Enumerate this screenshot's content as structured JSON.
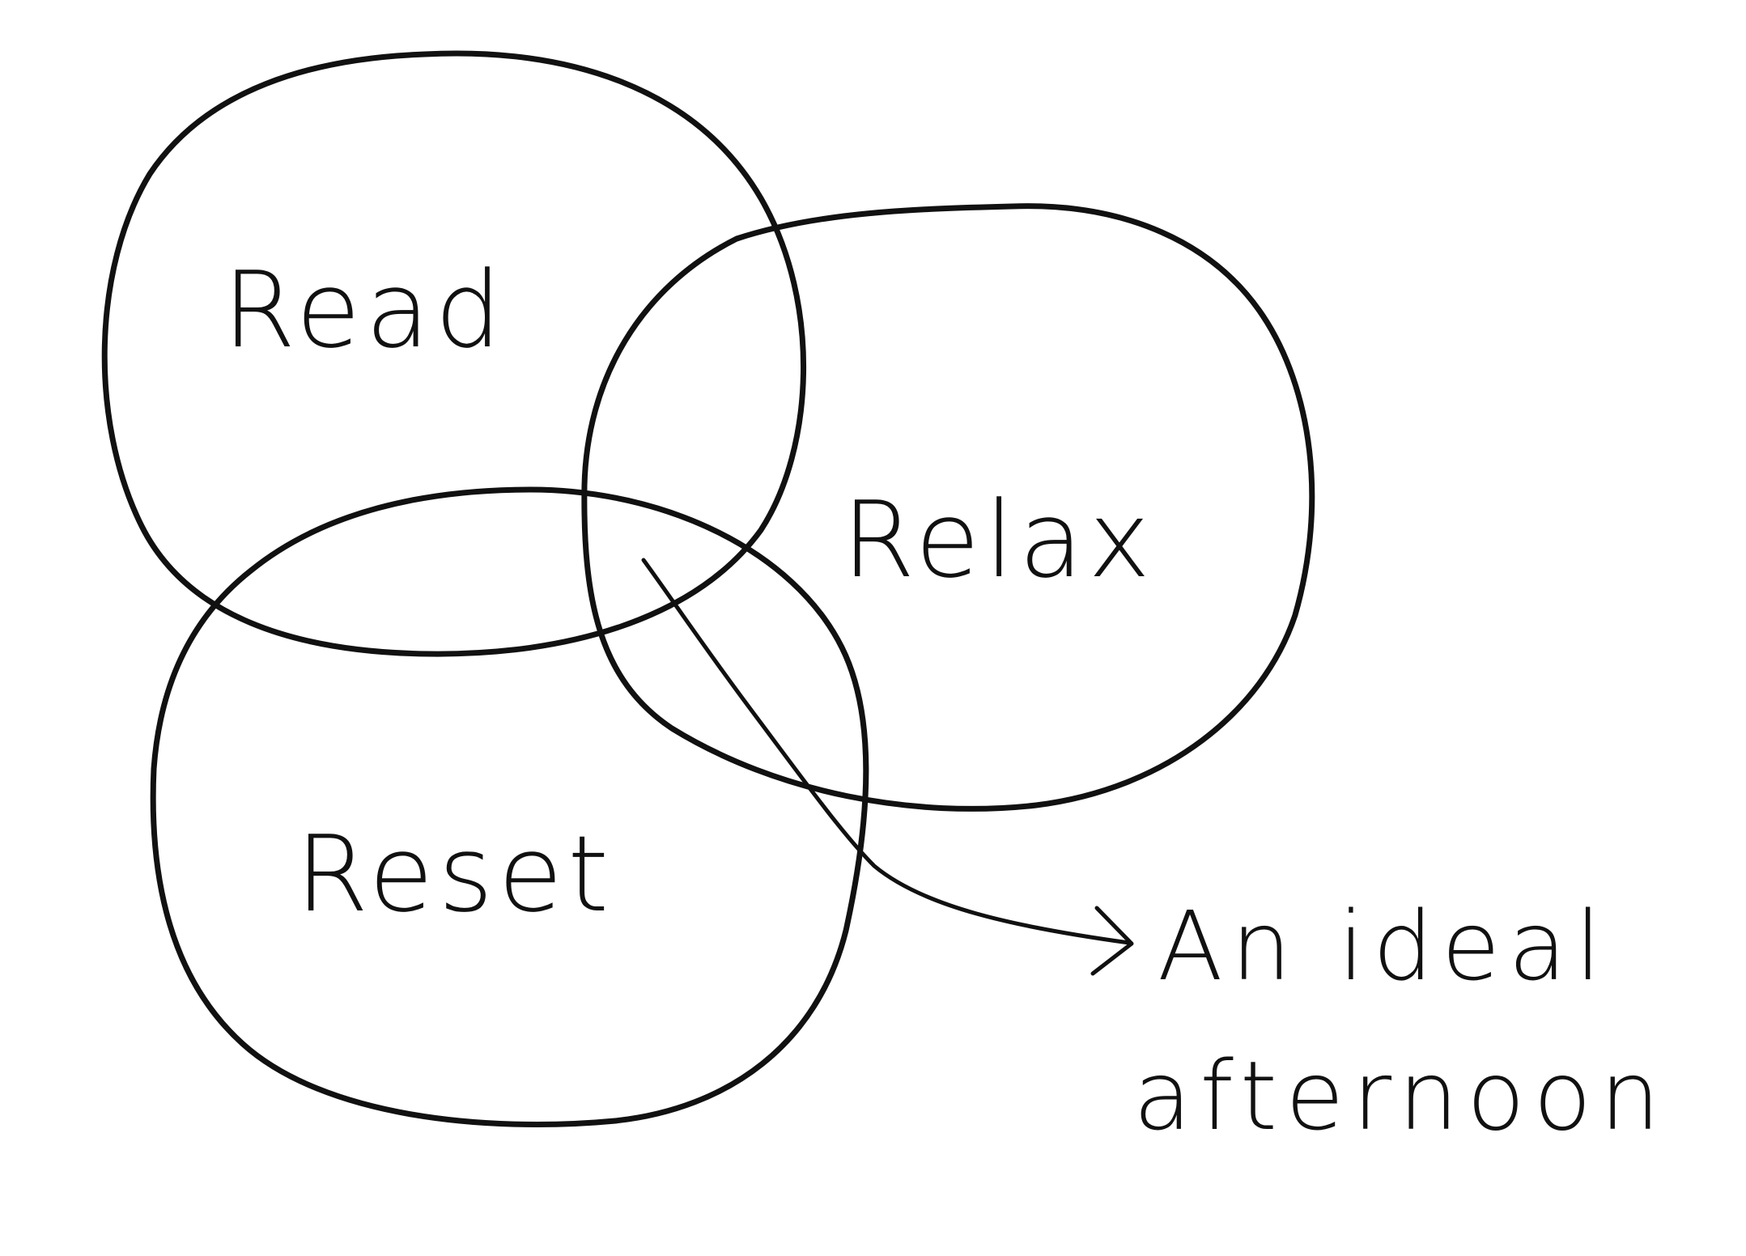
{
  "diagram": {
    "type": "venn",
    "sets": [
      {
        "label": "Read"
      },
      {
        "label": "Relax"
      },
      {
        "label": "Reset"
      }
    ],
    "intersection_label": {
      "line1": "An ideal",
      "line2": "afternoon"
    },
    "stroke_color": "#111111",
    "background_color": "#ffffff"
  }
}
